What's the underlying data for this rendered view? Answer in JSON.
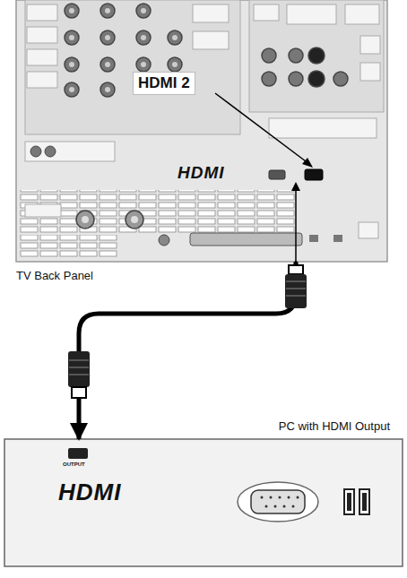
{
  "diagram": {
    "nodes": [
      {
        "text": [
          "TV Back Panel",
          "HDMI"
        ]
      },
      {
        "text": [
          "PC with HDMI Output",
          "HDMI"
        ]
      }
    ],
    "edges": [
      {
        "from": 1,
        "to": 0,
        "arrow": "both"
      }
    ],
    "labels": [
      "HDMI 2",
      "OUTPUT"
    ]
  }
}
